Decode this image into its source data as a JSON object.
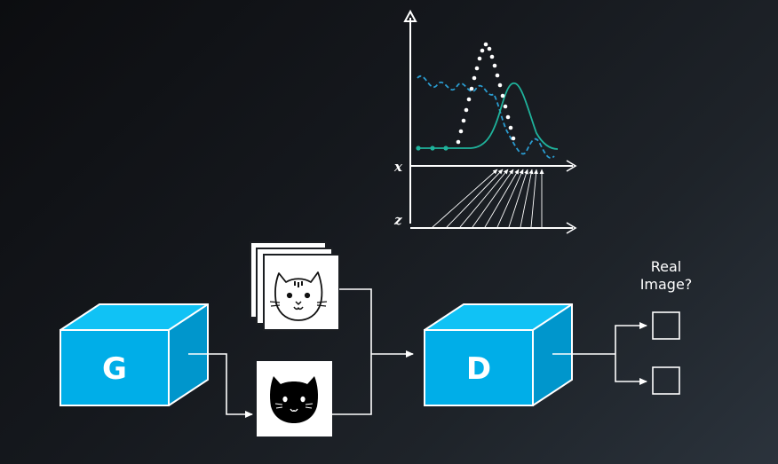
{
  "generator": {
    "label": "G"
  },
  "discriminator": {
    "label": "D"
  },
  "question": {
    "line1": "Real",
    "line2": "Image?"
  },
  "plot": {
    "x_axis_label": "x",
    "z_axis_label": "z"
  },
  "colors": {
    "cube_front": "#00aee8",
    "cube_top": "#10c2f5",
    "cube_side": "#0096cc",
    "plot_teal": "#1fb39c",
    "plot_blue_dashed": "#2a9cd0",
    "line": "#ffffff"
  },
  "icons": {
    "real_cat": "cat-outline-icon",
    "generated_cat": "cat-black-icon"
  }
}
